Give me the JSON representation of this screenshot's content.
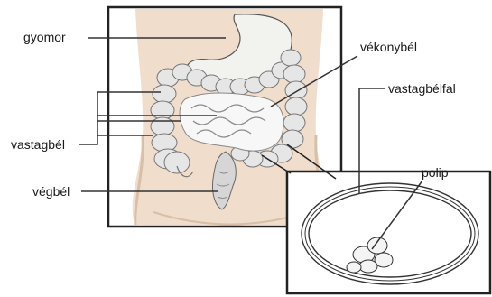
{
  "labels": {
    "stomach": "gyomor",
    "small_intestine": "vékonybél",
    "colon_wall": "vastagbélfal",
    "large_intestine": "vastagbél",
    "polyp": "polip",
    "rectum": "végbél"
  },
  "colors": {
    "line": "#222222",
    "skin": "#f0ddcc",
    "skin_shade": "#d9bfa8",
    "organ": "#e8e8e8",
    "organ_shade": "#9a9a9a",
    "stomach": "#f2f2ef",
    "inset_bg": "#ffffff"
  }
}
